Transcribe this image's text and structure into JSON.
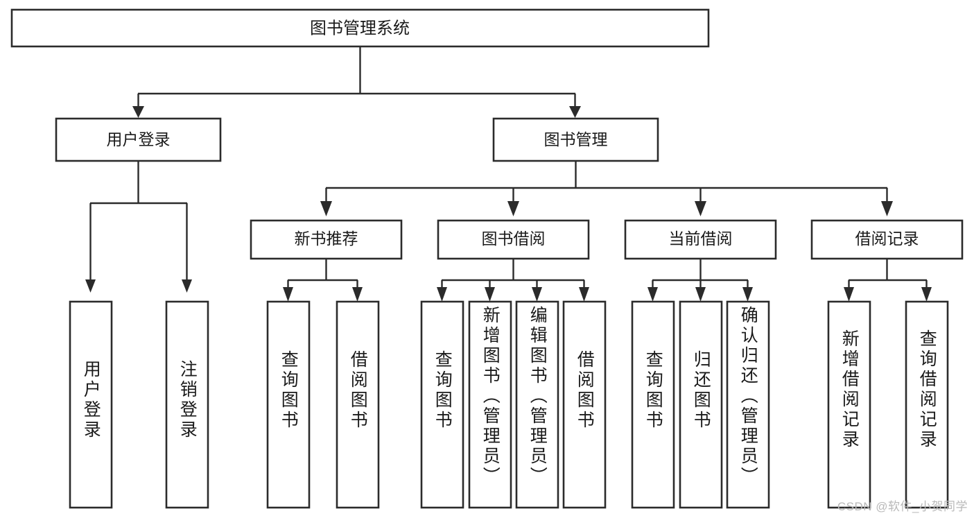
{
  "diagram": {
    "type": "tree-hierarchy",
    "title": "图书管理系统",
    "watermark": "CSDN @软件_小贺同学",
    "colors": {
      "stroke": "#2b2b2b",
      "fill": "#ffffff",
      "text": "#1a1a1a",
      "watermark": "#b9b9b9",
      "background": "#ffffff"
    },
    "root": {
      "label": "图书管理系统"
    },
    "level2": [
      {
        "label": "用户登录"
      },
      {
        "label": "图书管理"
      }
    ],
    "level3": [
      {
        "label": "新书推荐"
      },
      {
        "label": "图书借阅"
      },
      {
        "label": "当前借阅"
      },
      {
        "label": "借阅记录"
      }
    ],
    "leaves": {
      "user_login": [
        {
          "label": "用户登录"
        },
        {
          "label": "注销登录"
        }
      ],
      "new_book_recommend": [
        {
          "label": "查询图书"
        },
        {
          "label": "借阅图书"
        }
      ],
      "book_borrow": [
        {
          "label": "查询图书"
        },
        {
          "label": "新增图书（管理员）"
        },
        {
          "label": "编辑图书（管理员）"
        },
        {
          "label": "借阅图书"
        }
      ],
      "current_borrow": [
        {
          "label": "查询图书"
        },
        {
          "label": "归还图书"
        },
        {
          "label": "确认归还（管理员）"
        }
      ],
      "borrow_record": [
        {
          "label": "新增借阅记录"
        },
        {
          "label": "查询借阅记录"
        }
      ]
    }
  }
}
